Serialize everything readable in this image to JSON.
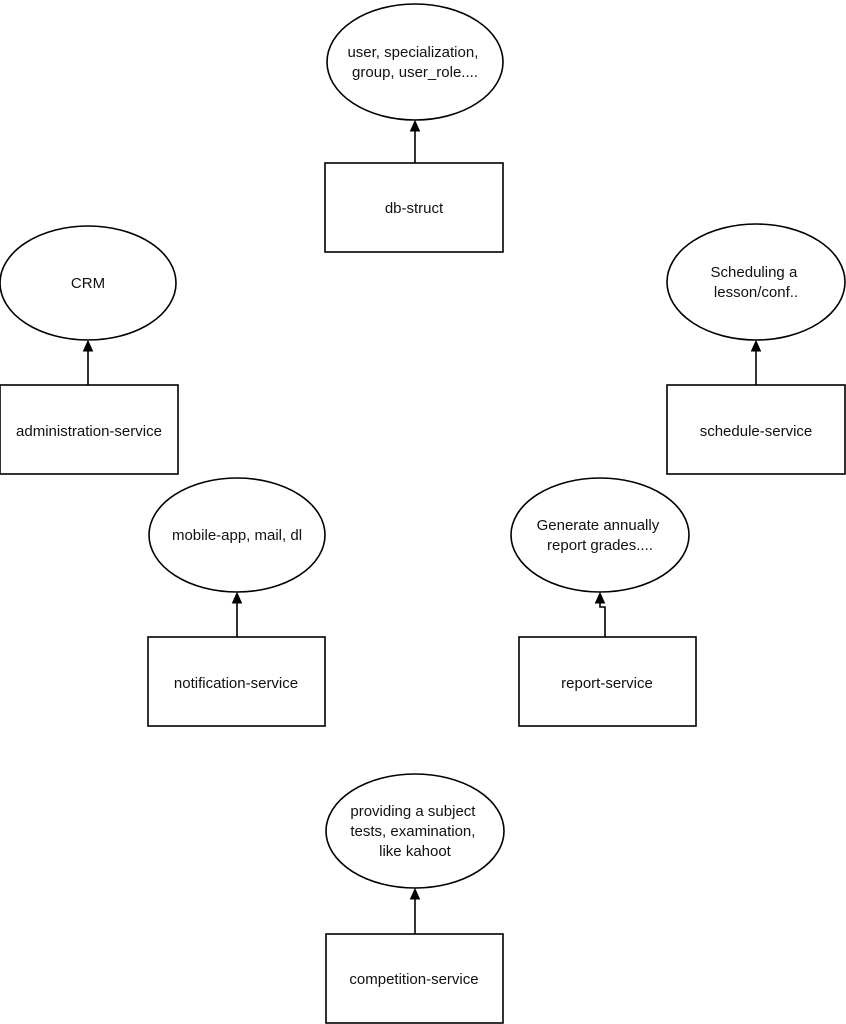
{
  "diagram": {
    "colors": {
      "stroke": "#000000",
      "fill": "#ffffff",
      "text": "#111111"
    },
    "services": [
      {
        "id": "db-struct",
        "label": "db-struct",
        "target": {
          "id": "db-entities",
          "lines": [
            "user, specialization,",
            "group, user_role...."
          ]
        }
      },
      {
        "id": "administration-service",
        "label": "administration-service",
        "target": {
          "id": "crm",
          "lines": [
            "CRM"
          ]
        }
      },
      {
        "id": "schedule-service",
        "label": "schedule-service",
        "target": {
          "id": "scheduling",
          "lines": [
            "Scheduling a",
            "lesson/conf.."
          ]
        }
      },
      {
        "id": "notification-service",
        "label": "notification-service",
        "target": {
          "id": "channels",
          "lines": [
            "mobile-app, mail, dl"
          ]
        }
      },
      {
        "id": "report-service",
        "label": "report-service",
        "target": {
          "id": "reports",
          "lines": [
            "Generate annually",
            "report grades...."
          ]
        }
      },
      {
        "id": "competition-service",
        "label": "competition-service",
        "target": {
          "id": "tests",
          "lines": [
            "providing a subject",
            "tests, examination,",
            "like kahoot"
          ]
        }
      }
    ]
  }
}
